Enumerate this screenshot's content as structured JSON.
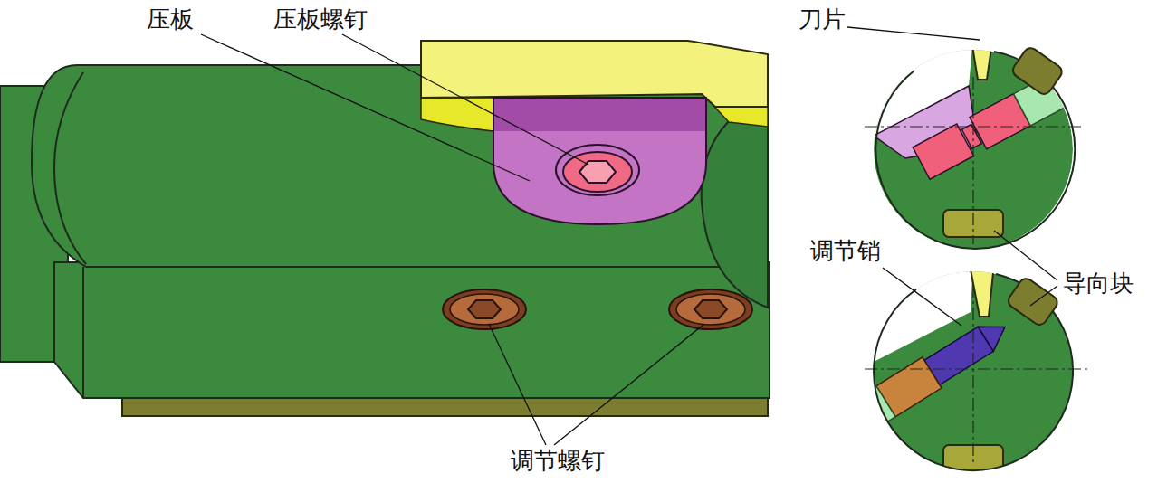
{
  "diagram": {
    "labels": [
      "压板",
      "压板螺钉",
      "刀片",
      "调节销",
      "导向块",
      "调节螺钉"
    ]
  }
}
